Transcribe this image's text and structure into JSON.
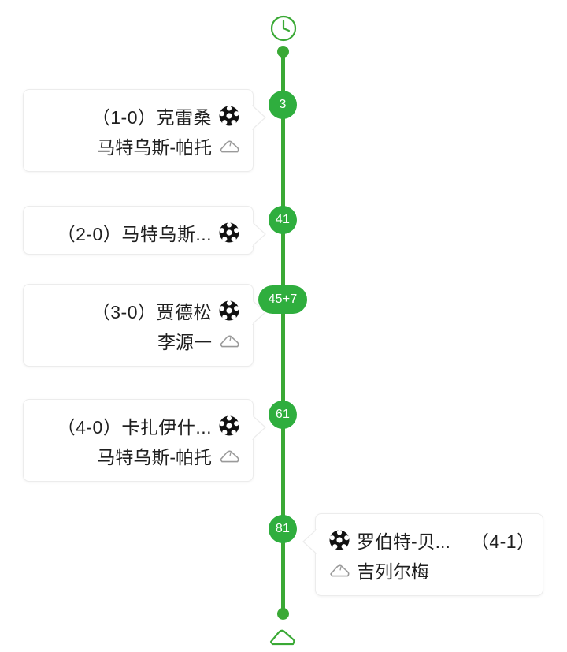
{
  "timeline": {
    "header_icon": "clock-icon",
    "footer_icon": "boot-icon",
    "accent_color": "#2fae3e",
    "spine_color": "#3aa935",
    "events": [
      {
        "minute": "3",
        "side": "left",
        "score": "（1-0）克雷桑",
        "scorer_icon": "soccer-ball-icon",
        "assist": "马特乌斯-帕托",
        "assist_icon": "boot-icon"
      },
      {
        "minute": "41",
        "side": "left",
        "score": "（2-0）马特乌斯...",
        "scorer_icon": "soccer-ball-icon",
        "assist": null,
        "assist_icon": null
      },
      {
        "minute": "45+7",
        "side": "left",
        "score": "（3-0）贾德松",
        "scorer_icon": "soccer-ball-icon",
        "assist": "李源一",
        "assist_icon": "boot-icon"
      },
      {
        "minute": "61",
        "side": "left",
        "score": "（4-0）卡扎伊什...",
        "scorer_icon": "soccer-ball-icon",
        "assist": "马特乌斯-帕托",
        "assist_icon": "boot-icon"
      },
      {
        "minute": "81",
        "side": "right",
        "score_name": "罗伯特-贝...",
        "score": "（4-1）",
        "scorer_icon": "soccer-ball-icon",
        "assist": "吉列尔梅",
        "assist_icon": "boot-icon"
      }
    ]
  }
}
